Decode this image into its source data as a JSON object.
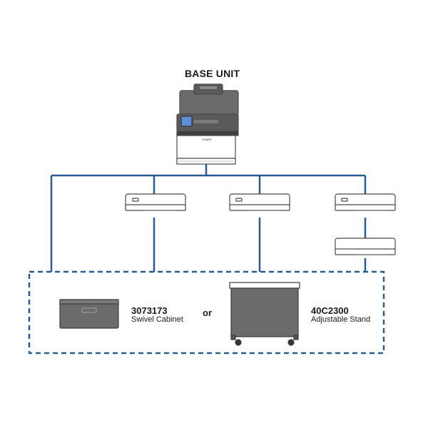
{
  "diagram": {
    "title": "BASE UNIT",
    "connector_label": "or",
    "options": [
      {
        "code": "3073173",
        "name": "Swivel Cabinet"
      },
      {
        "code": "40C2300",
        "name": "Adjustable Stand"
      }
    ],
    "colors": {
      "connector": "#2b5c8f",
      "device_outline": "#4a4a4a",
      "device_fill": "#ffffff",
      "device_dark": "#5a5a5a",
      "screen": "#5b8fd6"
    }
  }
}
